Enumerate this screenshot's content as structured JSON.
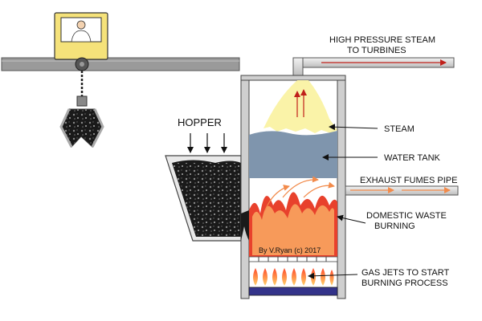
{
  "labels": {
    "steam_out_line1": "HIGH PRESSURE STEAM",
    "steam_out_line2": "TO TURBINES",
    "hopper": "HOPPER",
    "steam": "STEAM",
    "water_tank": "WATER TANK",
    "exhaust": "EXHAUST FUMES PIPE",
    "waste_line1": "DOMESTIC WASTE",
    "waste_line2": "BURNING",
    "gas_line1": "GAS JETS TO START",
    "gas_line2": "BURNING PROCESS",
    "credit": "By V.Ryan (c) 2017"
  },
  "colors": {
    "rail": "#9a9a9a",
    "crane_cab": "#f5e27a",
    "steam": "#faf3a8",
    "water": "#7f95ad",
    "fire_outer": "#e8412c",
    "fire_inner": "#f79a5a",
    "pipe": "#d9d9d9",
    "gas_base": "#33338a",
    "waste": "#1a1a1a"
  }
}
